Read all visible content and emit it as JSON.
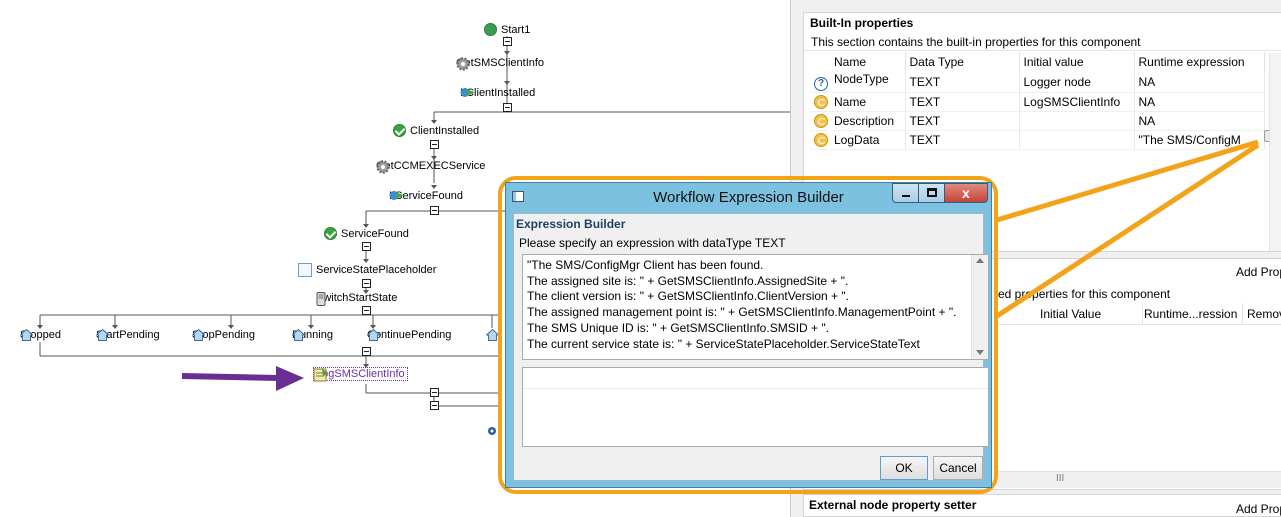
{
  "canvas": {
    "nodes": {
      "start": "Start1",
      "get_sms": "GetSMSClientInfo",
      "if_client": "IfClientInstalled",
      "client_installed": "ClientInstalled",
      "get_ccm": "GetCCMEXECService",
      "if_service": "IfServiceFound",
      "service_found": "ServiceFound",
      "placeholder": "ServiceStatePlaceholder",
      "switch": "SwitchStartState",
      "stopped": "Stopped",
      "start_pending": "StartPending",
      "stop_pending": "StopPending",
      "running": "Running",
      "continue_pending": "ContinuePending",
      "log": "LogSMSClientInfo"
    }
  },
  "builtin": {
    "title": "Built-In properties",
    "description": "This section contains the built-in properties for this component",
    "columns": [
      "Name",
      "Data Type",
      "Initial value",
      "Runtime expression"
    ],
    "rows": [
      {
        "icon": "question-icon",
        "name": "NodeType",
        "type": "TEXT",
        "initial": "Logger node",
        "runtime": "NA"
      },
      {
        "icon": "expression-icon",
        "name": "Name",
        "type": "TEXT",
        "initial": "LogSMSClientInfo",
        "runtime": "NA"
      },
      {
        "icon": "expression-icon",
        "name": "Description",
        "type": "TEXT",
        "initial": "",
        "runtime": "NA"
      },
      {
        "icon": "expression-icon",
        "name": "LogData",
        "type": "TEXT",
        "initial": "",
        "runtime": "\"The SMS/ConfigM"
      }
    ]
  },
  "external": {
    "add_label": "Add Prop",
    "desc_fragment": "ed properties for this component",
    "columns": [
      "Initial Value",
      "Runtime...ression",
      "Remov"
    ],
    "scroll_grip": "III"
  },
  "setter": {
    "title": "External node property setter",
    "add_label": "Add Prop"
  },
  "dialog": {
    "title": "Workflow Expression Builder",
    "section_title": "Expression Builder",
    "prompt": "Please specify an expression with dataType TEXT",
    "expression_lines": [
      "\"The SMS/ConfigMgr Client has been found.",
      "The assigned site is: \" + GetSMSClientInfo.AssignedSite + \".",
      "The client version is: \" + GetSMSClientInfo.ClientVersion + \".",
      "The assigned management point is: \" + GetSMSClientInfo.ManagementPoint + \".",
      "The SMS Unique ID is: \" + GetSMSClientInfo.SMSID + \".",
      "The current service state is: \" + ServiceStatePlaceholder.ServiceStateText"
    ],
    "ok": "OK",
    "cancel": "Cancel"
  },
  "colors": {
    "callout": "#f2a31a",
    "arrow": "#6a2d91",
    "dialog_frame": "#7cc1e0",
    "close_button": "#c7443a"
  }
}
